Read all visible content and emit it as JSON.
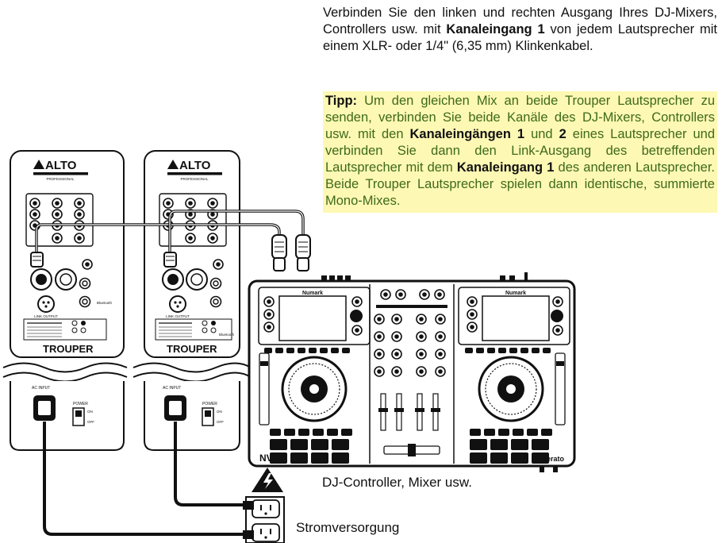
{
  "instructions": {
    "para1_a": "Verbinden Sie den linken und rechten Ausgang Ihres DJ-Mixers, Controllers usw. mit ",
    "para1_b": "Kanaleingang 1",
    "para1_c": " von jedem Lautsprecher mit einem XLR- oder 1/4\" (6,35 mm) Klinkenkabel.",
    "tip_label": "Tipp:",
    "tip_a": " Um den gleichen Mix an beide Trouper Lautsprecher zu senden, verbinden Sie beide Kanäle des DJ-Mixers, Controllers usw. mit den ",
    "tip_b": "Kanaleingängen 1",
    "tip_c": " und ",
    "tip_d": "2",
    "tip_e": " eines Lautsprecher und verbinden Sie dann den Link-Ausgang des betreffenden Lautsprecher mit dem ",
    "tip_f": "Kanaleingang 1",
    "tip_g": " des anderen Lautsprecher. Beide Trouper Lautsprecher spielen dann identische, summierte Mono-Mixes."
  },
  "speakers": {
    "brand": "ALTO",
    "brand_sub": "PROFESSIONAL",
    "model": "TROUPER",
    "ac_label": "AC INPUT",
    "power_label": "POWER",
    "on_label": "ON",
    "off_label": "OFF",
    "link_output": "LINK OUTPUT",
    "bluetooth": "Bluetooth"
  },
  "controller": {
    "brand": "Numark",
    "logo": "NV",
    "software": "serato"
  },
  "captions": {
    "dj_controller": "DJ-Controller, Mixer usw.",
    "power_supply": "Stromversorgung"
  },
  "colors": {
    "tip_background": "#fdf8b3",
    "tip_text": "#3e6a1b",
    "text": "#111111"
  }
}
